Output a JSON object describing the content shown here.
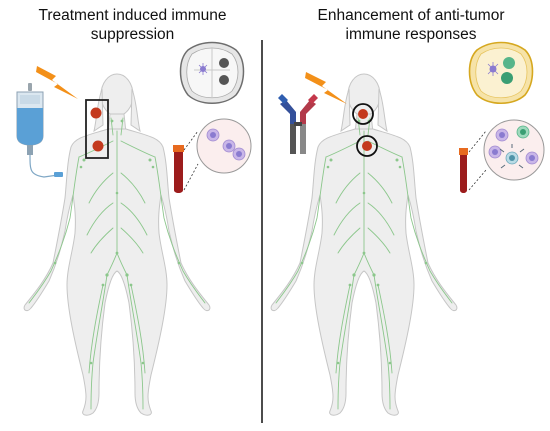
{
  "panels": {
    "left": {
      "title_line1": "Treatment induced immune",
      "title_line2": "suppression"
    },
    "right": {
      "title_line1": "Enhancement of anti-tumor",
      "title_line2": "immune responses"
    }
  },
  "colors": {
    "body_fill": "#eeeeee",
    "body_stroke": "#c6c6c6",
    "lymph": "#8cc78c",
    "tumor": "#c43a1e",
    "radiation": "#f39019",
    "node_left": "#bdbdbd",
    "node_right": "#e3bd3c",
    "blood": "#9c1c1c",
    "divider": "#111111"
  },
  "icons": [
    "iv-bag-icon",
    "radiation-bolt-icon",
    "lymph-node-icon",
    "blood-tube-icon",
    "antibody-icon",
    "immune-cell-icon"
  ]
}
